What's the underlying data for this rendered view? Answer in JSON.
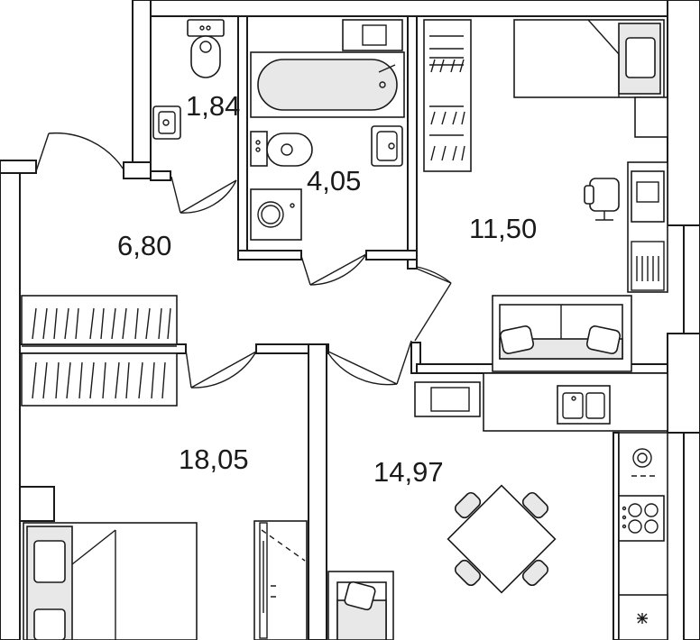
{
  "rooms": [
    {
      "id": "wc",
      "area": "1,84"
    },
    {
      "id": "bathroom",
      "area": "4,05"
    },
    {
      "id": "hall",
      "area": "6,80"
    },
    {
      "id": "bedroom-right",
      "area": "11,50"
    },
    {
      "id": "bedroom-left",
      "area": "18,05"
    },
    {
      "id": "kitchen",
      "area": "14,97"
    }
  ],
  "icons": [
    "toilet-icon",
    "sink-icon",
    "bathtub-icon",
    "washing-machine-icon",
    "bed-icon",
    "sofa-icon",
    "desk-icon",
    "chair-icon",
    "wardrobe-icon",
    "dining-table-icon",
    "stove-icon",
    "kitchen-sink-icon",
    "fridge-icon"
  ]
}
